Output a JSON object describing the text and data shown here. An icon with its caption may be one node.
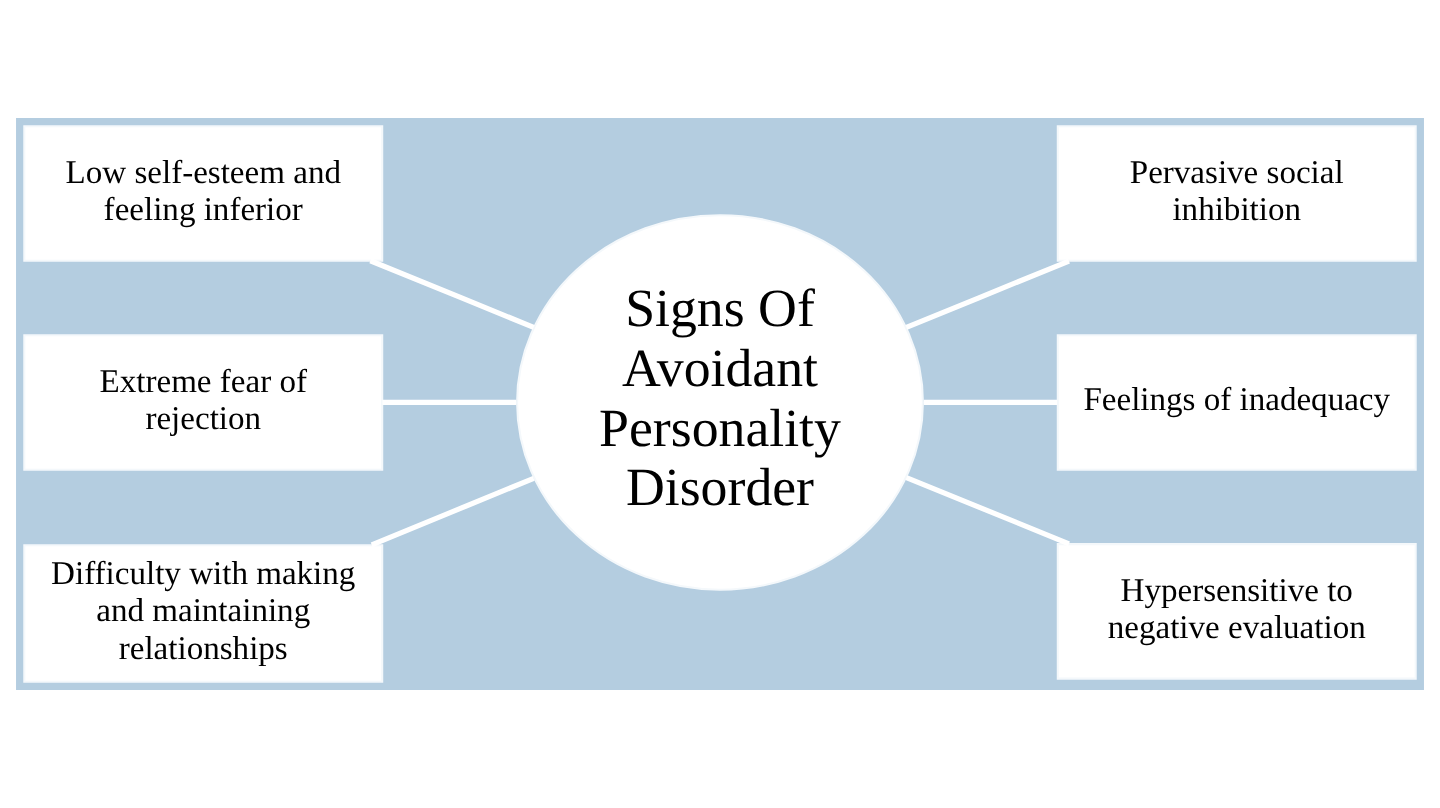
{
  "diagram": {
    "nodes": [
      {
        "text": [
          "Signs Of Avoidant Personality Disorder"
        ]
      },
      {
        "text": [
          "Low self-esteem and feeling inferior"
        ]
      },
      {
        "text": [
          "Pervasive social inhibition"
        ]
      },
      {
        "text": [
          "Extreme fear of rejection"
        ]
      },
      {
        "text": [
          "Feelings of inadequacy"
        ]
      },
      {
        "text": [
          "Difficulty with making and maintaining relationships"
        ]
      },
      {
        "text": [
          "Hypersensitive to negative evaluation"
        ]
      }
    ],
    "edges": [
      {
        "from": 0,
        "to": 1,
        "arrow": "none"
      },
      {
        "from": 0,
        "to": 2,
        "arrow": "none"
      },
      {
        "from": 0,
        "to": 3,
        "arrow": "none"
      },
      {
        "from": 0,
        "to": 4,
        "arrow": "none"
      },
      {
        "from": 0,
        "to": 5,
        "arrow": "none"
      },
      {
        "from": 0,
        "to": 6,
        "arrow": "none"
      }
    ]
  }
}
